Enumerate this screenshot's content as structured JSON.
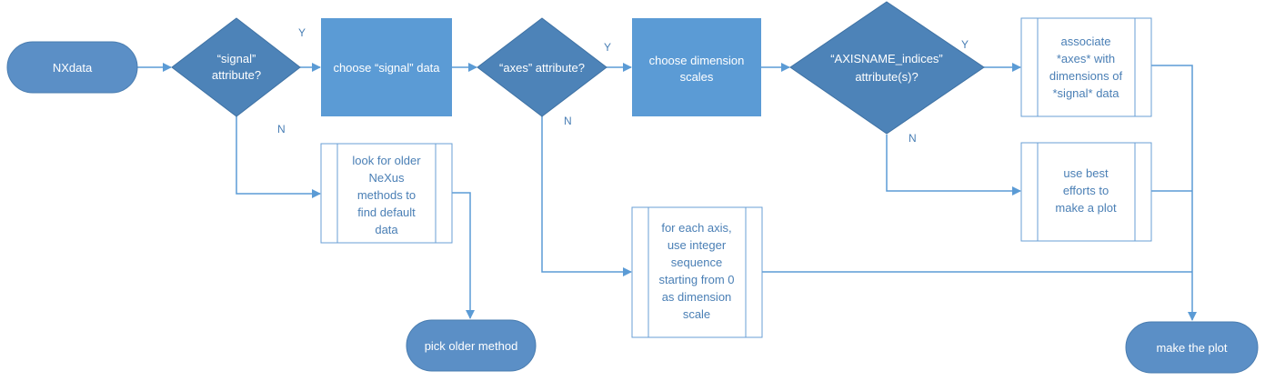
{
  "colors": {
    "terminal": "#5b8fc6",
    "terminal_stroke": "#4a7db0",
    "decision": "#4d83b8",
    "process": "#5b9bd5",
    "subprocess_stroke": "#6a9fd4",
    "connector": "#5b9bd5",
    "label_text": "#4a7fb5"
  },
  "nodes": {
    "nxdata": "NXdata",
    "signal_q": [
      "“signal”",
      "attribute?"
    ],
    "choose_signal": "choose “signal” data",
    "axes_q": "“axes” attribute?",
    "choose_dim": [
      "choose dimension",
      "scales"
    ],
    "axisname_q": [
      "“AXISNAME_indices”",
      "attribute(s)?"
    ],
    "associate": [
      "associate",
      "*axes* with",
      "dimensions of",
      "*signal* data"
    ],
    "older_nexus": [
      "look for older",
      "NeXus",
      "methods to",
      "find default",
      "data"
    ],
    "best_efforts": [
      "use best",
      "efforts to",
      "make a plot"
    ],
    "integer_seq": [
      "for each axis,",
      "use integer",
      "sequence",
      "starting from 0",
      "as dimension",
      "scale"
    ],
    "pick_older": "pick older method",
    "make_plot": "make the plot"
  },
  "branch_labels": {
    "signal_yes": "Y",
    "signal_no": "N",
    "axes_yes": "Y",
    "axes_no": "N",
    "axisname_yes": "Y",
    "axisname_no": "N"
  }
}
